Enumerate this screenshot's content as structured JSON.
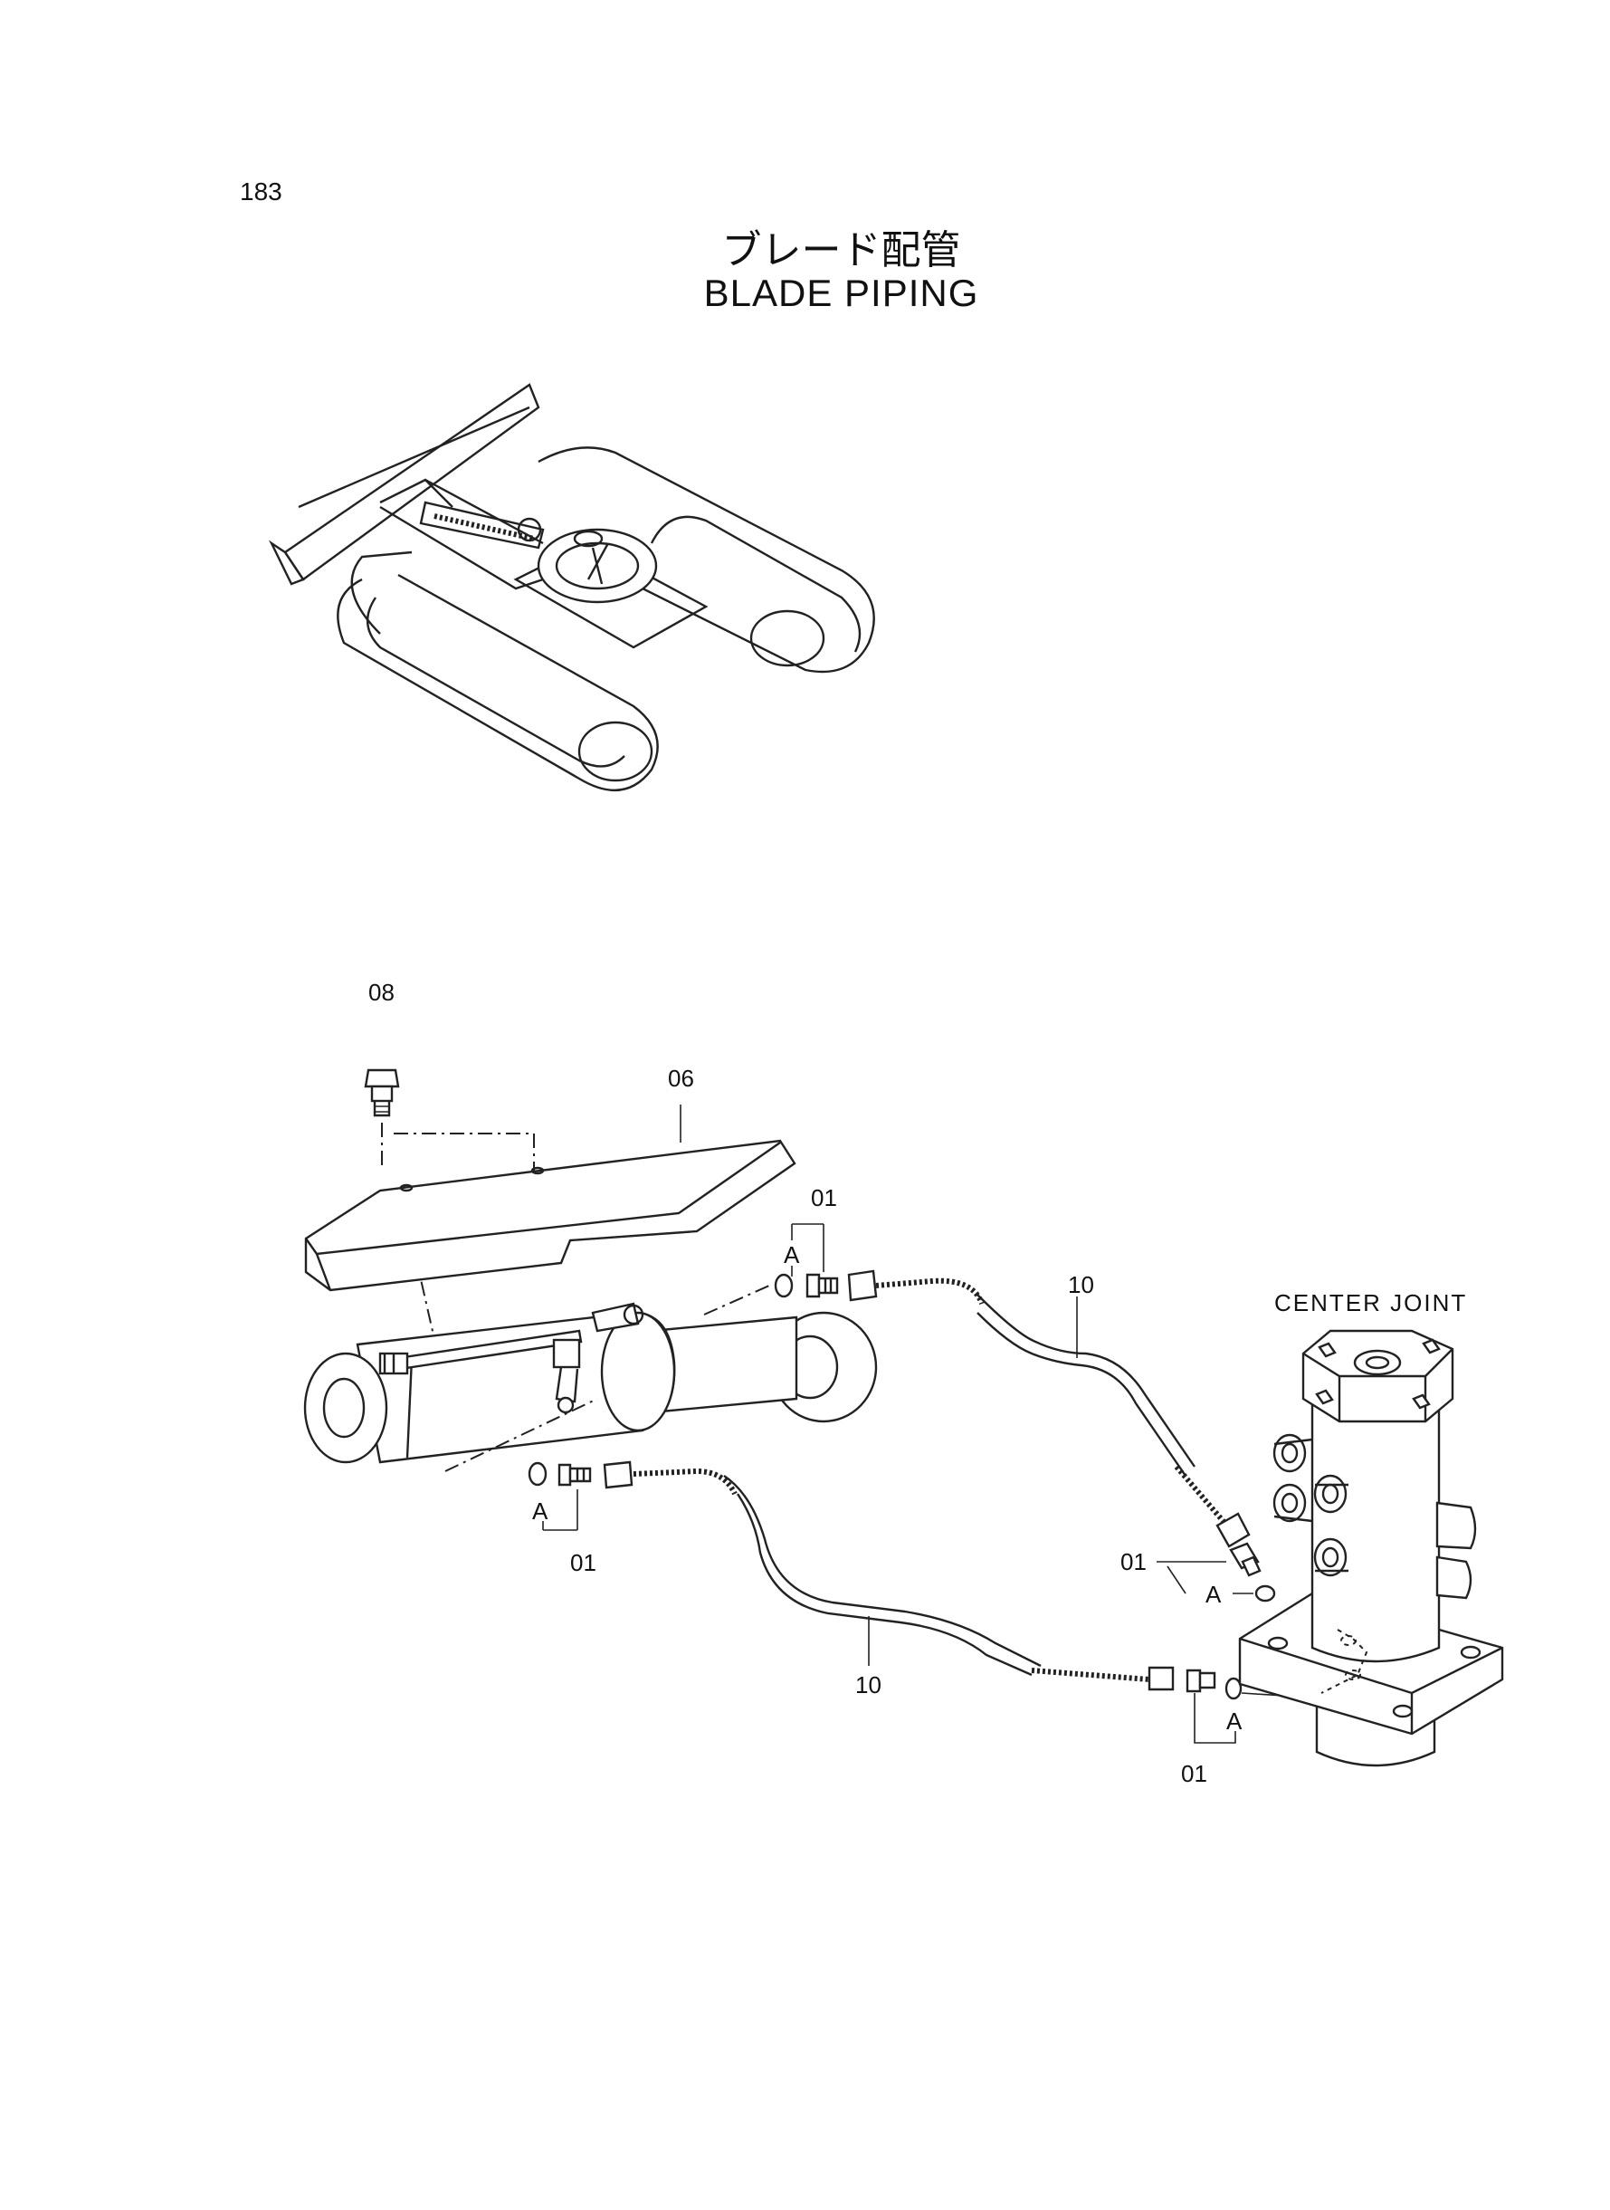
{
  "page_number": "183",
  "title_ja": "ブレード配管",
  "title_en": "BLADE PIPING",
  "center_joint_label": "CENTER JOINT",
  "parts": {
    "p08": "08",
    "p06": "06",
    "p01_top": "01",
    "p01_left": "01",
    "p01_right_upper": "01",
    "p01_right_lower": "01",
    "p10_upper": "10",
    "p10_lower": "10"
  },
  "ref_marks": {
    "a_top": "A",
    "a_left": "A",
    "a_right_upper": "A",
    "a_right_lower": "A"
  }
}
